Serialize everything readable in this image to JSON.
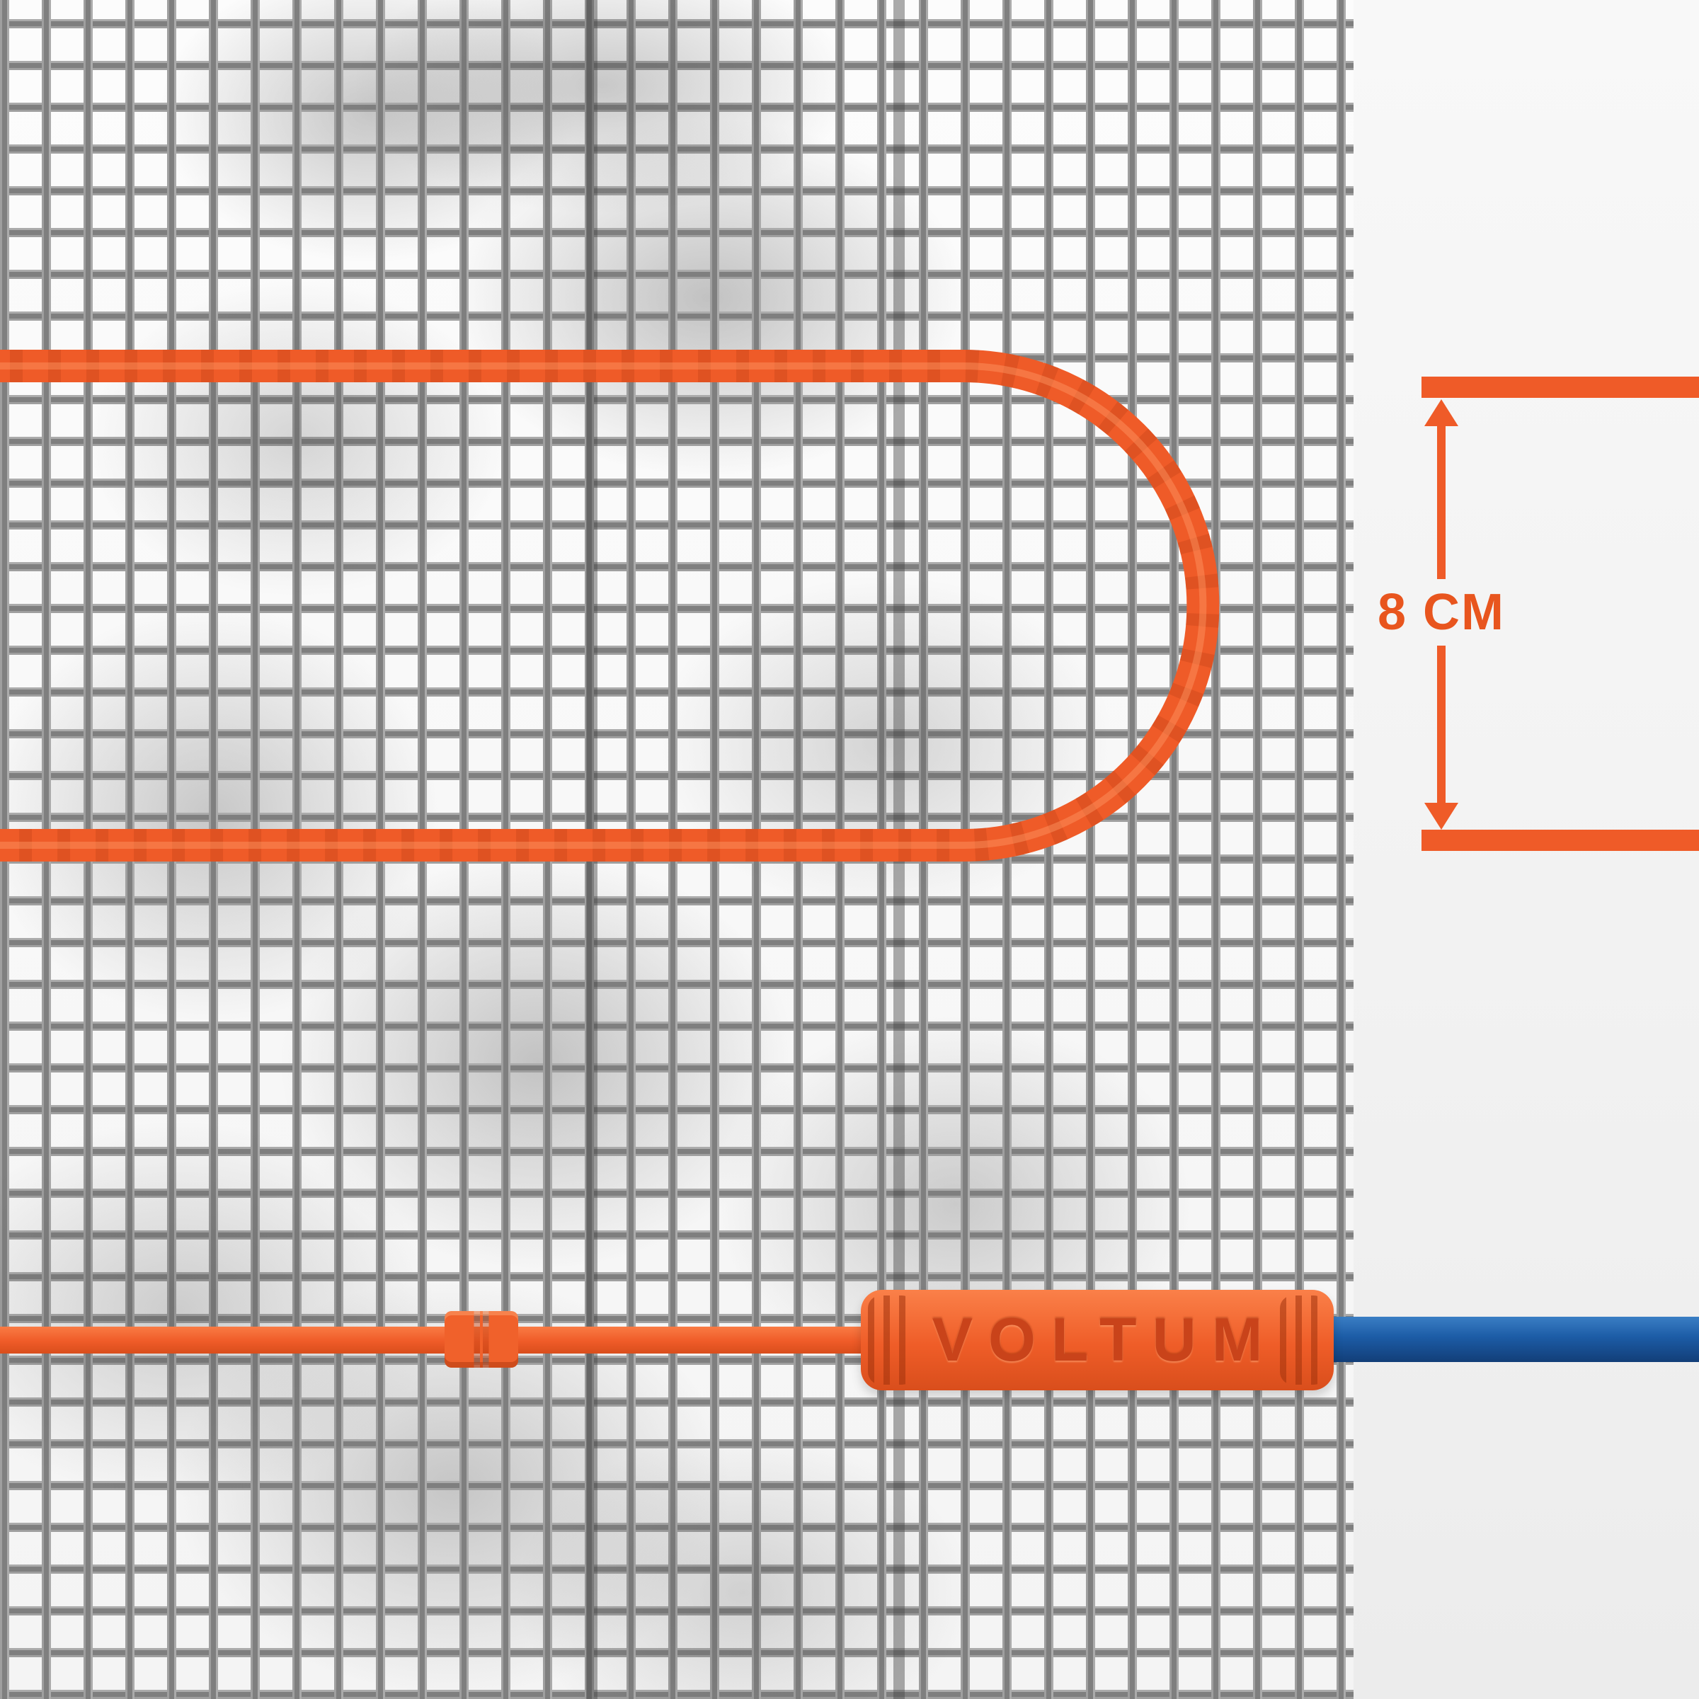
{
  "image": {
    "description": "Electric underfloor heating mat close-up diagram: orange heating cable looped on a grey wire mesh, with cable-spacing dimension callout and cold-lead connector",
    "type": "product-diagram"
  },
  "measurement": {
    "spacing_label": "8 CM"
  },
  "connector": {
    "brand_label": "VOLTUM"
  },
  "colors": {
    "heating_cable_orange": "#EF5B28",
    "annotation_orange": "#E8551E",
    "cold_lead_blue": "#1C5CA6",
    "mesh_gray": "#8A8A8A",
    "background": "#F2F2F2"
  }
}
